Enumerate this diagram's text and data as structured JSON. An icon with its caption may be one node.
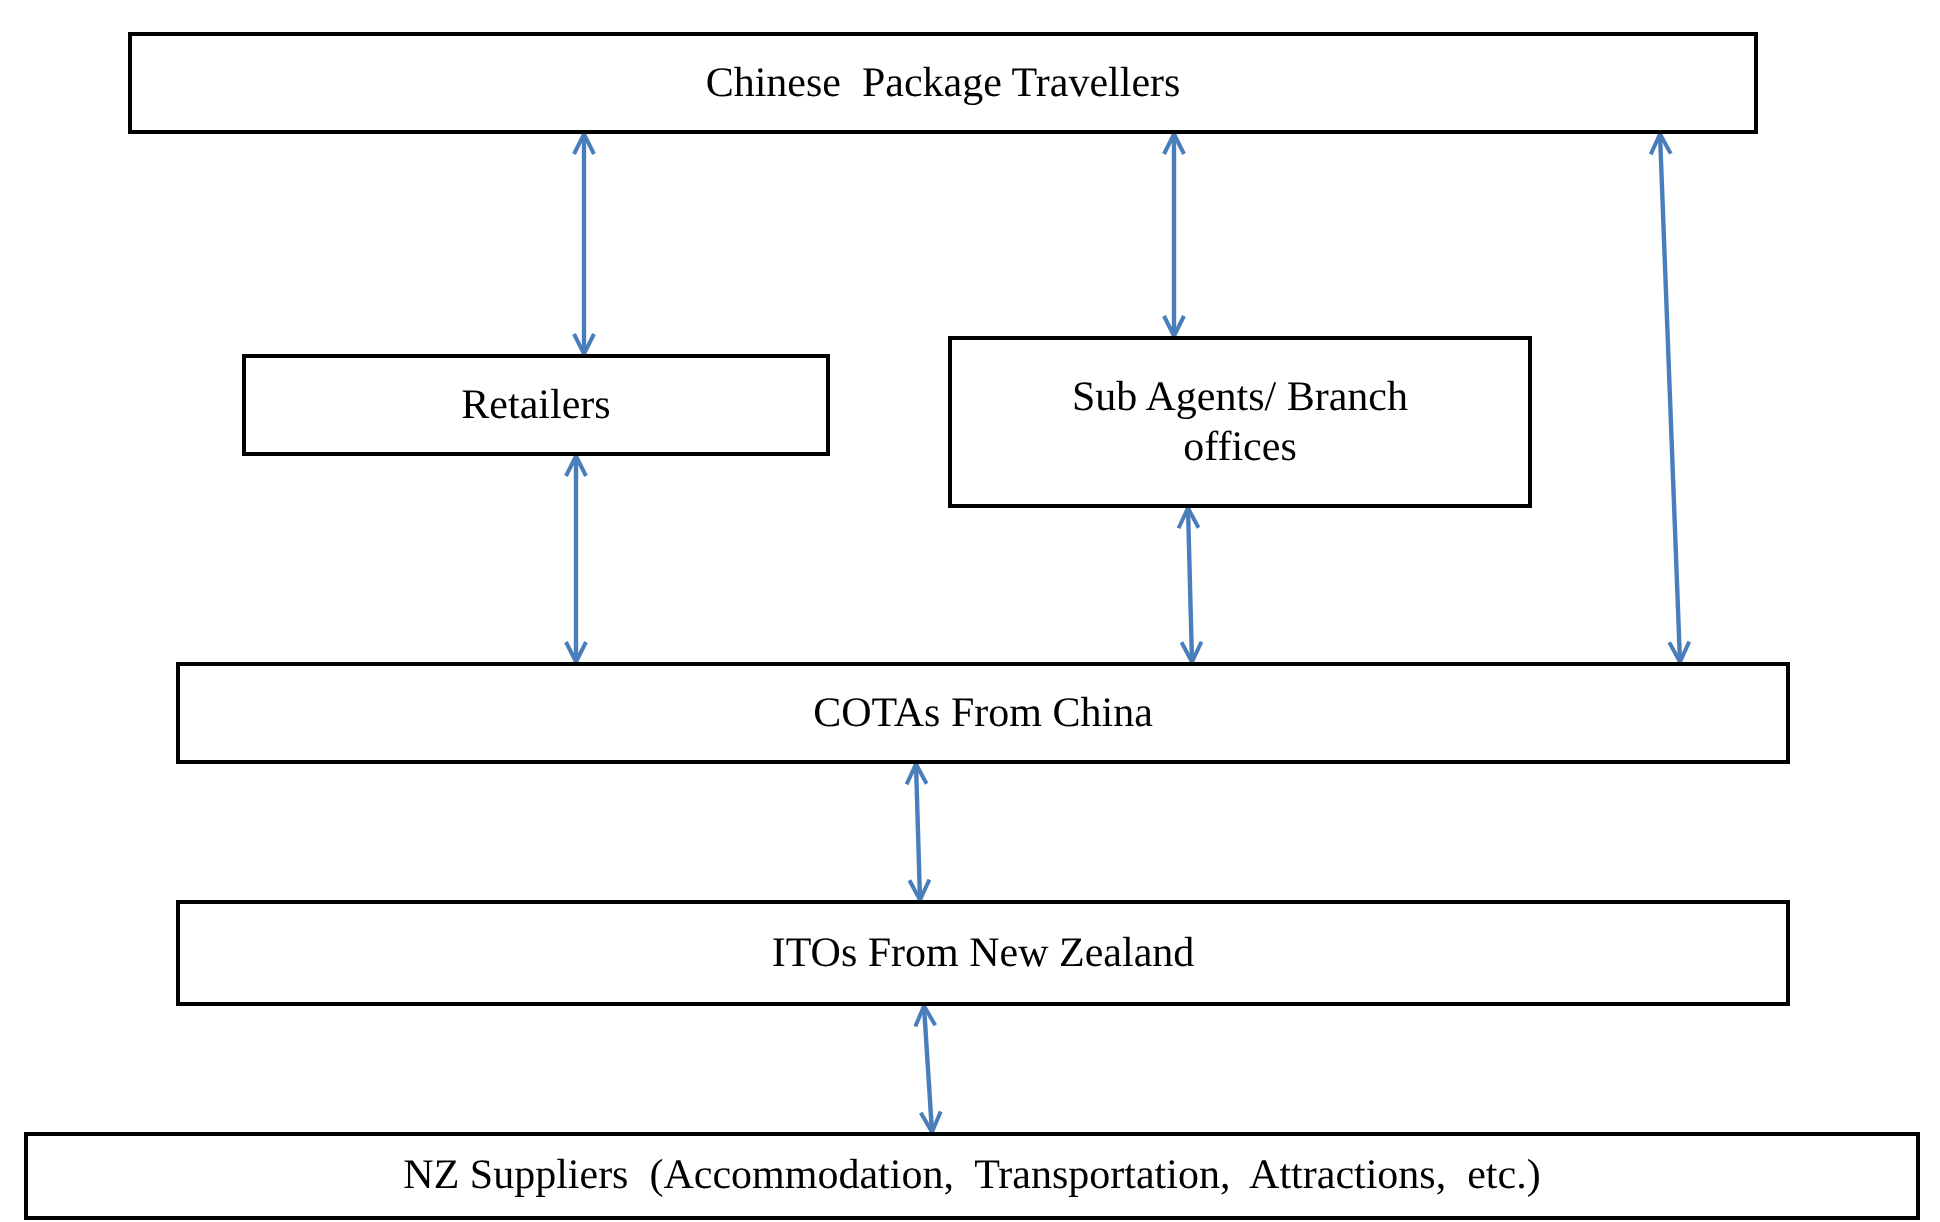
{
  "diagram": {
    "nodes": [
      {
        "text": [
          "Chinese  Package Travellers"
        ]
      },
      {
        "text": [
          "Retailers"
        ]
      },
      {
        "text": [
          "Sub Agents/ Branch offices"
        ]
      },
      {
        "text": [
          "COTAs From China"
        ]
      },
      {
        "text": [
          "ITOs From New Zealand"
        ]
      },
      {
        "text": [
          "NZ Suppliers  (Accommodation,  Transportation,  Attractions,  etc.)"
        ]
      }
    ],
    "edges": [
      {
        "from": 0,
        "to": 1,
        "arrow": "both"
      },
      {
        "from": 0,
        "to": 2,
        "arrow": "both"
      },
      {
        "from": 0,
        "to": 3,
        "arrow": "both"
      },
      {
        "from": 1,
        "to": 3,
        "arrow": "both"
      },
      {
        "from": 2,
        "to": 3,
        "arrow": "both"
      },
      {
        "from": 3,
        "to": 4,
        "arrow": "both"
      },
      {
        "from": 4,
        "to": 5,
        "arrow": "both"
      }
    ]
  }
}
